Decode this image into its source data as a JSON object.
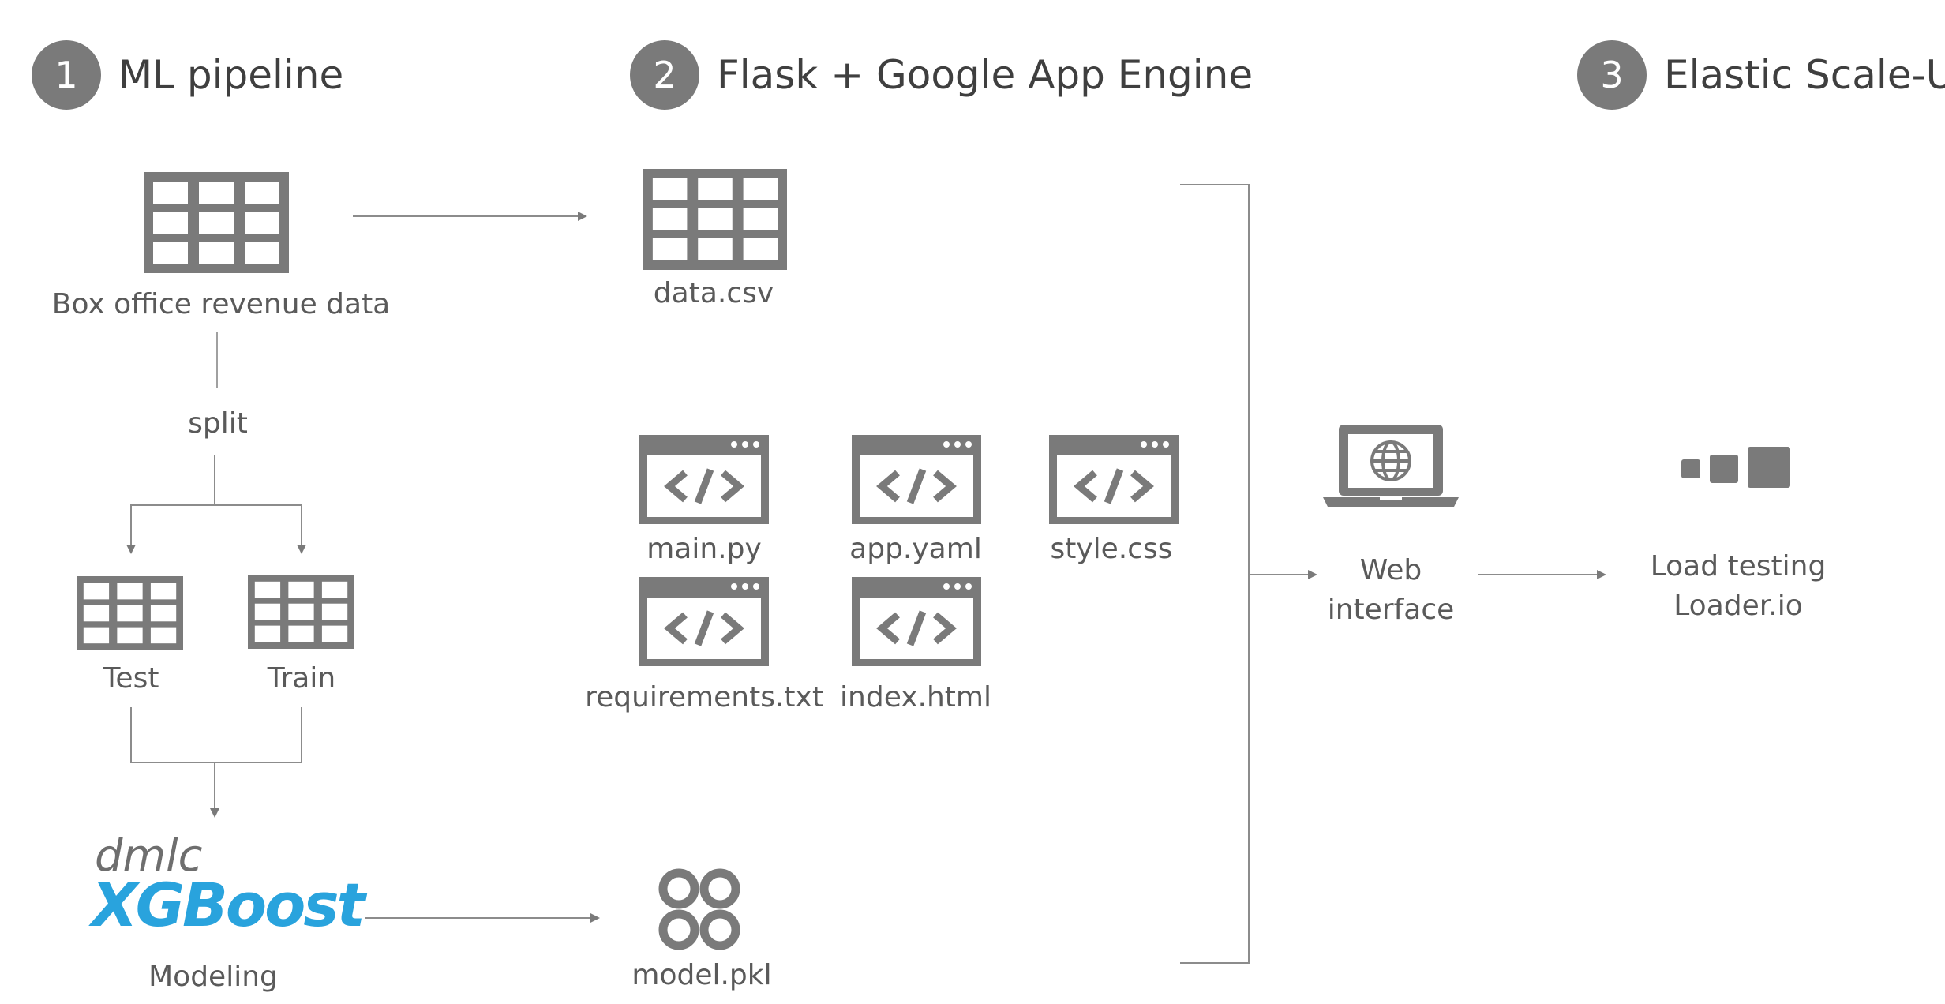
{
  "steps": [
    {
      "number": "1",
      "title": "ML pipeline"
    },
    {
      "number": "2",
      "title": "Flask + Google App Engine"
    },
    {
      "number": "3",
      "title": "Elastic Scale-Up"
    }
  ],
  "ml": {
    "dataset_label": "Box office revenue data",
    "split_label": "split",
    "test_label": "Test",
    "train_label": "Train",
    "logo_top": "dmlc",
    "logo_main": "XGBoost",
    "modeling_label": "Modeling"
  },
  "app": {
    "data_file": "data.csv",
    "files": [
      "main.py",
      "app.yaml",
      "style.css",
      "requirements.txt",
      "index.html"
    ],
    "model_file": "model.pkl"
  },
  "web": {
    "label_line1": "Web",
    "label_line2": "interface"
  },
  "scale": {
    "label_line1": "Load testing",
    "label_line2": "Loader.io"
  },
  "colors": {
    "icon": "#7a7a7a",
    "line": "#8c8c8c",
    "xgboost": "#29a3dd",
    "text": "#595959"
  }
}
